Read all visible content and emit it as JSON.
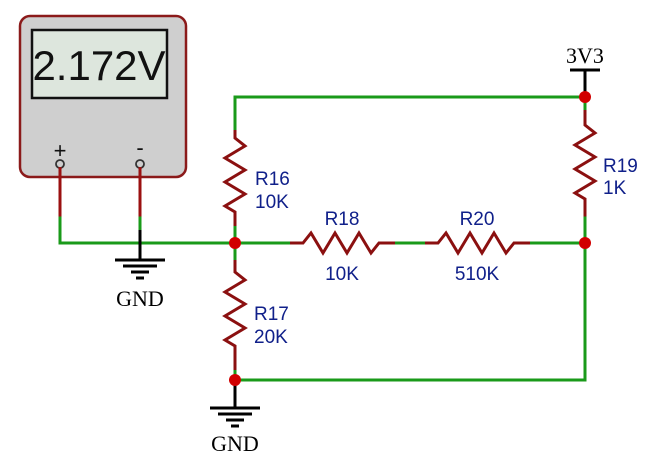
{
  "voltmeter": {
    "reading": "2.172V",
    "plus_label": "+",
    "minus_label": "-"
  },
  "power": {
    "net_label": "3V3"
  },
  "grounds": [
    {
      "label": "GND"
    },
    {
      "label": "GND"
    }
  ],
  "resistors": [
    {
      "ref": "R16",
      "value": "10K"
    },
    {
      "ref": "R17",
      "value": "20K"
    },
    {
      "ref": "R18",
      "value": "10K"
    },
    {
      "ref": "R19",
      "value": "1K"
    },
    {
      "ref": "R20",
      "value": "510K"
    }
  ],
  "colors": {
    "wire": "#1a9a1a",
    "resistor": "#8b1010",
    "junction": "#d10000",
    "label": "#10208a",
    "meter_body": "#cfcfcf",
    "meter_display": "#dde6dd"
  }
}
